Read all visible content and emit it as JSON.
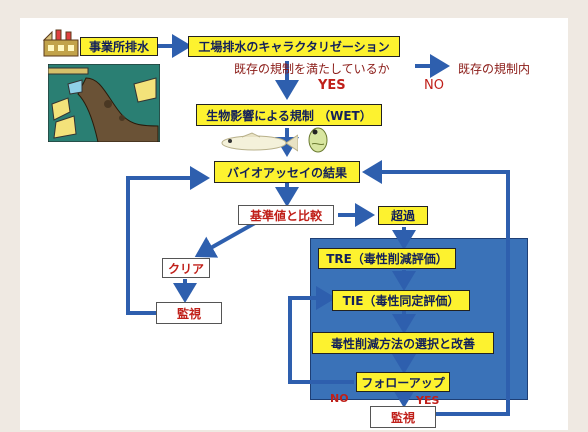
{
  "flow": {
    "effluent": "事業所排水",
    "characterization": "工場排水のキャラクタリゼーション",
    "question": "既存の規制を満たしているか",
    "yes": "YES",
    "no": "NO",
    "existing_regulation": "既存の規制内",
    "wet": "生物影響による規制 （WET）",
    "bioassay_result": "バイオアッセイの結果",
    "compare": "基準値と比較",
    "exceed": "超過",
    "clear": "クリア",
    "monitor_left": "監視",
    "tre": "TRE（毒性削減評価）",
    "tie": "TIE（毒性同定評価）",
    "select_improve": "毒性削減方法の選択と改善",
    "follow_up": "フォローアップ",
    "bottom_no": "NO",
    "bottom_yes": "YES",
    "monitor_bottom": "監視"
  },
  "colors": {
    "arrow": "#2e5fae",
    "box_yellow": "#fdf22f",
    "panel_blue": "#3a72b8",
    "text_red": "#c0201a",
    "text_navy": "#12205a"
  }
}
